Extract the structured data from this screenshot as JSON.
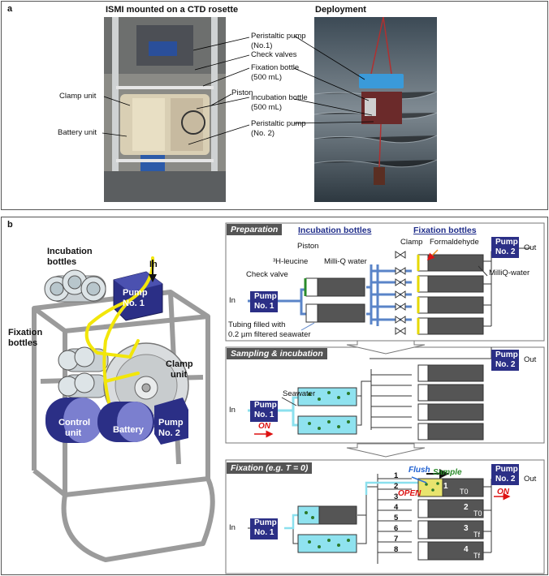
{
  "panel_a": {
    "letter": "a",
    "photo1_title": "ISMI mounted on a CTD rosette",
    "photo2_title": "Deployment",
    "labels": {
      "peristaltic1": "Peristaltic pump",
      "peristaltic1_no": "(No.1)",
      "check_valves": "Check valves",
      "fixation_bottle": "Fixation bottle",
      "fixation_vol": "(500 mL)",
      "piston": "Piston",
      "incubation_bottle": "Incubation bottle",
      "incubation_vol": "(500 mL)",
      "peristaltic2": "Peristaltic pump",
      "peristaltic2_no": "(No. 2)",
      "clamp_unit": "Clamp unit",
      "battery_unit": "Battery unit"
    }
  },
  "panel_b": {
    "letter": "b",
    "left": {
      "incubation": "Incubation",
      "bottles1": "bottles",
      "in": "In",
      "pump": "Pump",
      "no1": "No. 1",
      "fixation": "Fixation",
      "bottles2": "bottles",
      "clamp": "Clamp",
      "unit": "unit",
      "control": "Control",
      "control_unit": "unit",
      "battery": "Battery",
      "pump2": "Pump",
      "no2": "No. 2"
    },
    "prep": {
      "title": "Preparation",
      "incubation_bottles": "Incubation bottles",
      "fixation_bottles": "Fixation bottles",
      "piston": "Piston",
      "leucine": "³H-leucine",
      "milliq": "Milli-Q water",
      "check_valve": "Check valve",
      "clamp": "Clamp",
      "formaldehyde": "Formaldehyde",
      "milliq2": "MilliQ-water",
      "tubing1": "Tubing filled with",
      "tubing2": "0.2 µm filtered seawater",
      "in": "In",
      "out": "Out",
      "pump": "Pump",
      "no1": "No. 1",
      "no2": "No. 2"
    },
    "sampling": {
      "title": "Sampling & incubation",
      "seawater": "Seawater",
      "on": "ON",
      "in": "In",
      "out": "Out",
      "pump": "Pump",
      "no1": "No. 1",
      "no2": "No. 2"
    },
    "fixation": {
      "title": "Fixation (e.g. T = 0)",
      "flush": "Flush",
      "sample": "Sample",
      "open": "OPEN",
      "on": "ON",
      "in": "In",
      "out": "Out",
      "pump": "Pump",
      "no1": "No. 1",
      "no2": "No. 2",
      "valve_numbers": [
        "1",
        "2",
        "3",
        "4",
        "5",
        "6",
        "7",
        "8"
      ],
      "bottles": [
        {
          "num": "1",
          "time": "T0"
        },
        {
          "num": "2",
          "time": "T0"
        },
        {
          "num": "3",
          "time": "Tf"
        },
        {
          "num": "4",
          "time": "Tf"
        }
      ]
    }
  }
}
